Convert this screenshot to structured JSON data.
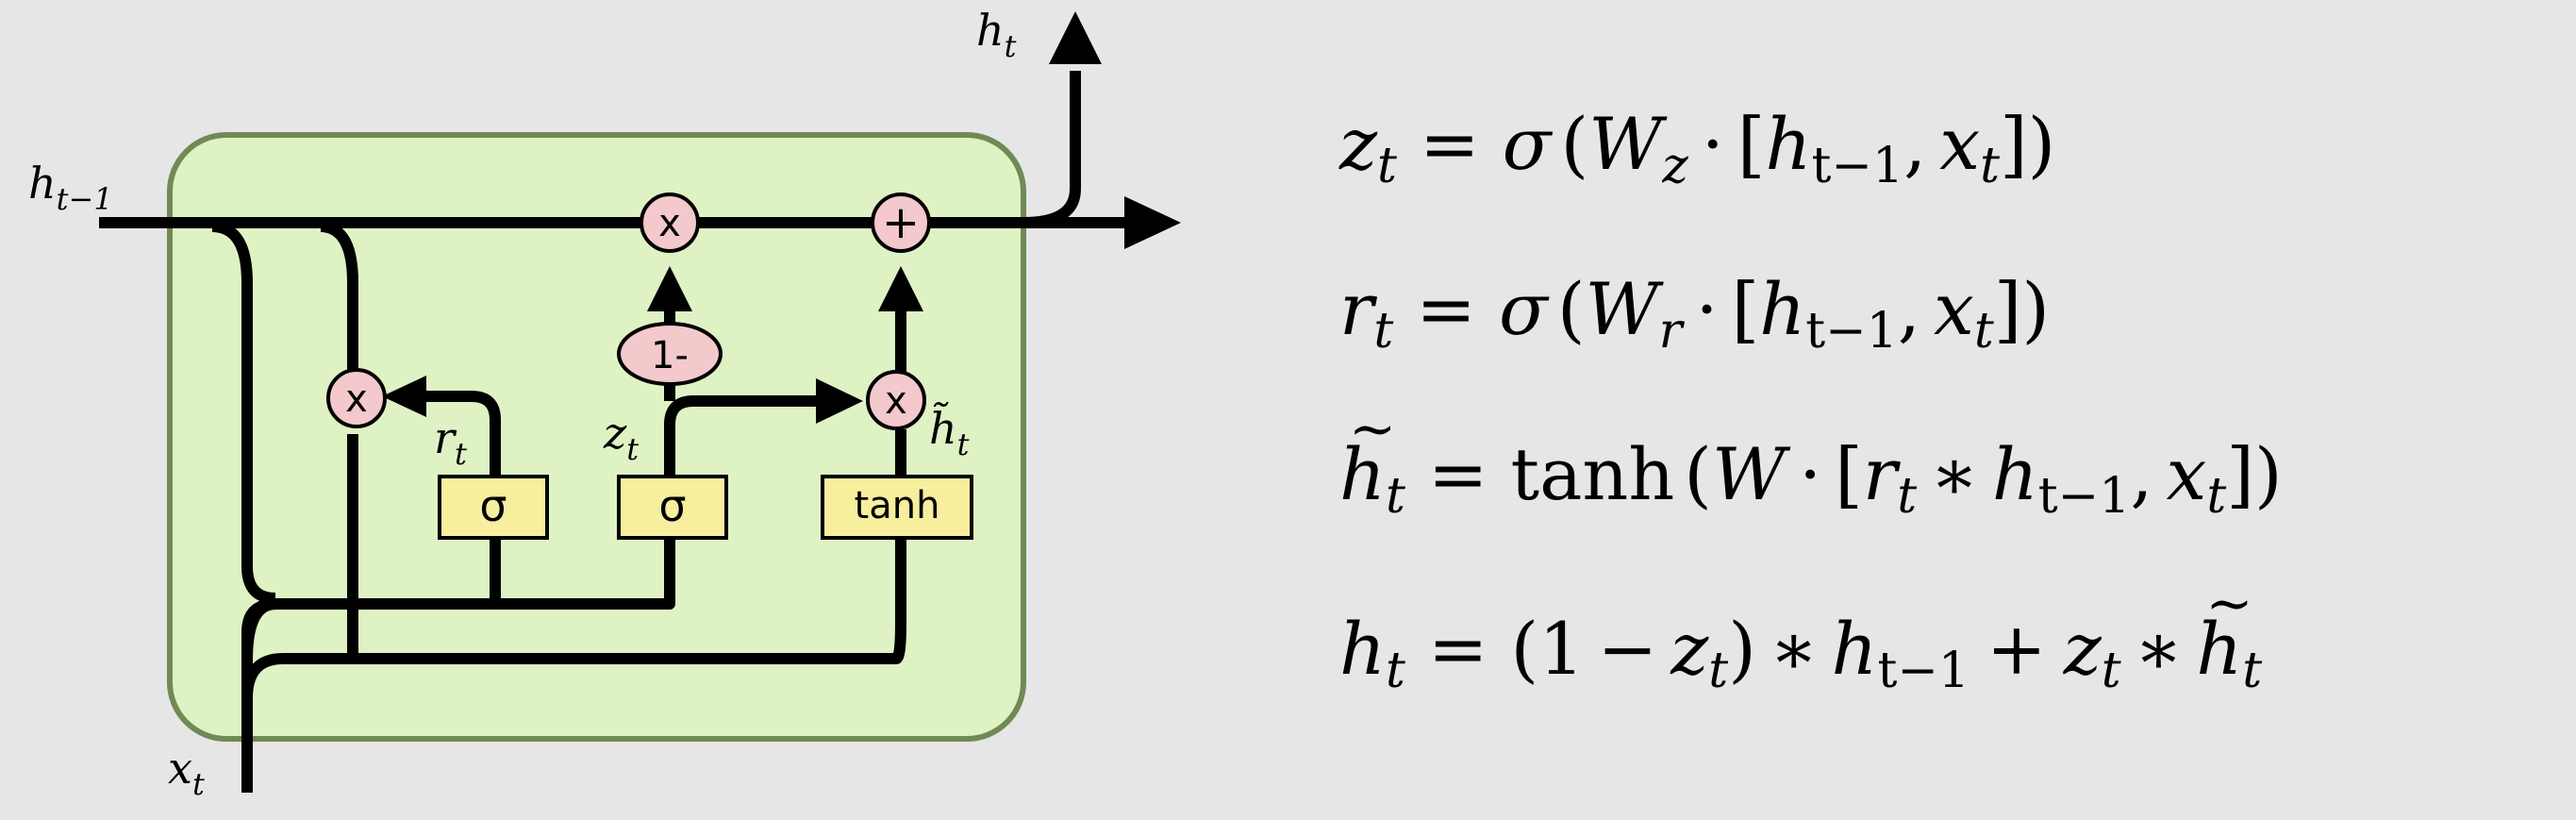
{
  "diagram": {
    "labels": {
      "h_t_top": "h",
      "h_t_top_sub": "t",
      "h_prev": "h",
      "h_prev_sub": "t−1",
      "x_t": "x",
      "x_t_sub": "t",
      "r_t": "r",
      "r_t_sub": "t",
      "z_t": "z",
      "z_t_sub": "t",
      "h_tilde": "h̃",
      "h_tilde_sub": "t"
    },
    "gates": {
      "sigma_r": "σ",
      "sigma_z": "σ",
      "tanh": "tanh"
    },
    "ops": {
      "mul_top": "x",
      "add_top": "+",
      "mul_reset": "x",
      "mul_update": "x",
      "one_minus": "1-"
    },
    "colors": {
      "cell_fill": "#dff2c4",
      "cell_border": "#6f8a55",
      "op_fill": "#f3c9cb",
      "gate_fill": "#f7ee9e",
      "background": "#e6e6e6"
    }
  },
  "equations": {
    "z": {
      "lhs": "z",
      "lhs_sub": "t",
      "eq": "=",
      "func": "σ",
      "open": "(",
      "w": "W",
      "w_sub": "z",
      "dot": "·",
      "br_open": "[",
      "h": "h",
      "h_sub": "t−1",
      "comma": ",",
      "x": "x",
      "x_sub": "t",
      "br_close": "]",
      "close": ")"
    },
    "r": {
      "lhs": "r",
      "lhs_sub": "t",
      "eq": "=",
      "func": "σ",
      "open": "(",
      "w": "W",
      "w_sub": "r",
      "dot": "·",
      "br_open": "[",
      "h": "h",
      "h_sub": "t−1",
      "comma": ",",
      "x": "x",
      "x_sub": "t",
      "br_close": "]",
      "close": ")"
    },
    "htilde": {
      "lhs": "h",
      "lhs_sub": "t",
      "eq": "=",
      "func": "tanh",
      "open": "(",
      "w": "W",
      "dot": "·",
      "br_open": "[",
      "r": "r",
      "r_sub": "t",
      "star": "∗",
      "h": "h",
      "h_sub": "t−1",
      "comma": ",",
      "x": "x",
      "x_sub": "t",
      "br_close": "]",
      "close": ")"
    },
    "h": {
      "lhs": "h",
      "lhs_sub": "t",
      "eq": "=",
      "open": "(",
      "one": "1",
      "minus": "−",
      "z": "z",
      "z_sub": "t",
      "close": ")",
      "star1": "∗",
      "h": "h",
      "h_sub": "t−1",
      "plus": "+",
      "z2": "z",
      "z2_sub": "t",
      "star2": "∗",
      "ht": "h",
      "ht_sub": "t"
    }
  }
}
